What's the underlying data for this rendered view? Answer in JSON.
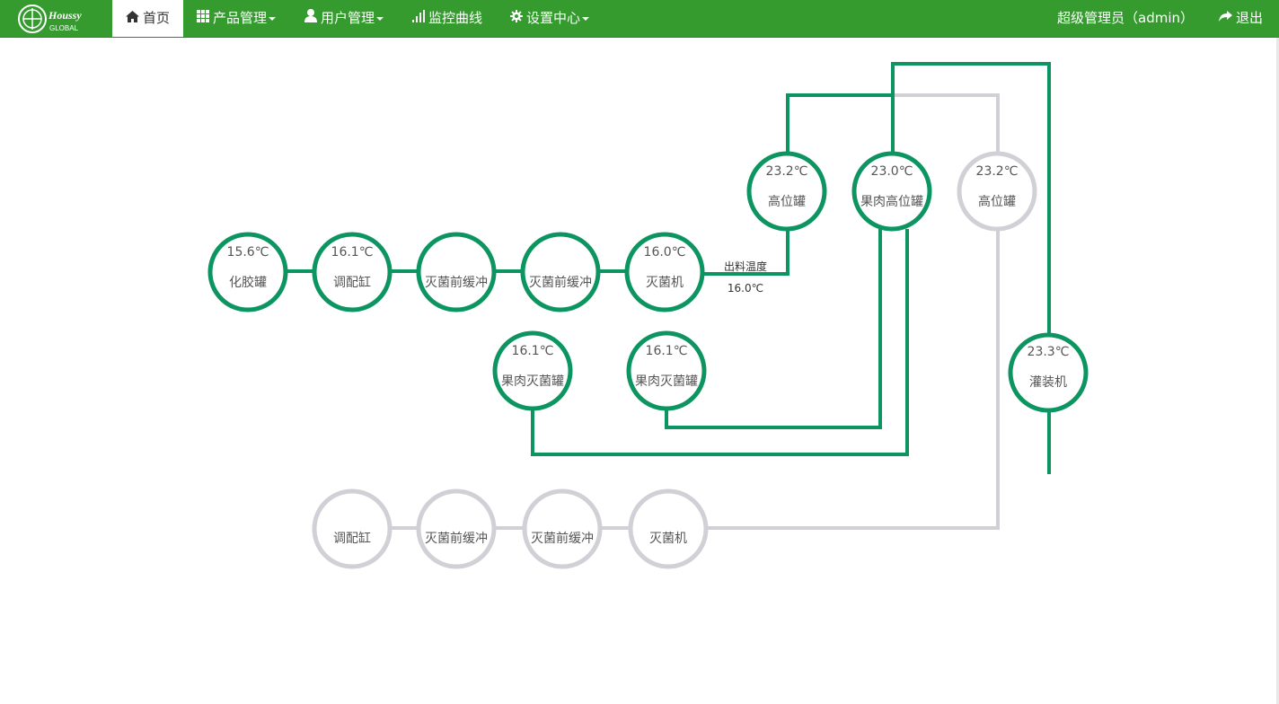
{
  "nav": {
    "home": "首页",
    "products": "产品管理",
    "users": "用户管理",
    "monitor": "监控曲线",
    "settings": "设置中心",
    "user": "超级管理员（admin）",
    "logout": "退出"
  },
  "logo_text": {
    "top": "Houssy",
    "bottom": "GLOBAL"
  },
  "colors": {
    "nav_bg": "#359b2f",
    "active": "#0c9560",
    "inactive": "#d0d0d6",
    "text": "#555555"
  },
  "nodes": {
    "n1": {
      "temp": "15.6℃",
      "name": "化胶罐"
    },
    "n2": {
      "temp": "16.1℃",
      "name": "调配缸"
    },
    "n3": {
      "name": "灭菌前缓冲"
    },
    "n4": {
      "name": "灭菌前缓冲"
    },
    "n5": {
      "temp": "16.0℃",
      "name": "灭菌机"
    },
    "n6": {
      "temp": "23.2℃",
      "name": "高位罐"
    },
    "n7": {
      "temp": "23.0℃",
      "name": "果肉高位罐"
    },
    "n8": {
      "temp": "23.2℃",
      "name": "高位罐"
    },
    "n9": {
      "temp": "16.1℃",
      "name": "果肉灭菌罐"
    },
    "n10": {
      "temp": "16.1℃",
      "name": "果肉灭菌罐"
    },
    "n11": {
      "temp": "23.3℃",
      "name": "灌装机"
    },
    "n12": {
      "name": "调配缸"
    },
    "n13": {
      "name": "灭菌前缓冲"
    },
    "n14": {
      "name": "灭菌前缓冲"
    },
    "n15": {
      "name": "灭菌机"
    }
  },
  "outlet": {
    "label": "出料温度",
    "value": "16.0℃"
  }
}
